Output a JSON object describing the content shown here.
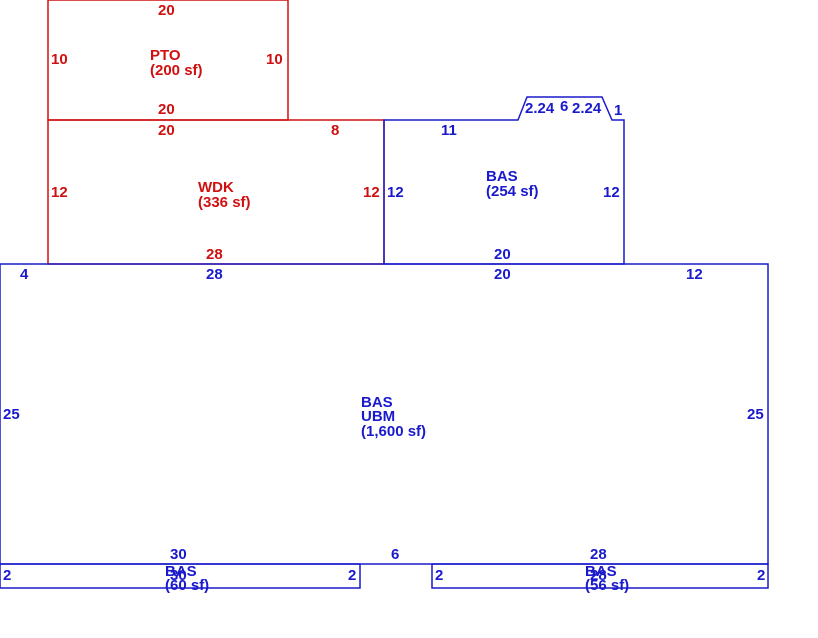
{
  "colors": {
    "red": "#d01010",
    "blue": "#1a1acc",
    "background": "#ffffff"
  },
  "pto": {
    "name": "PTO",
    "area": "(200 sf)",
    "dims": {
      "top": "20",
      "left": "10",
      "right": "10",
      "bottom": "20"
    }
  },
  "wdk": {
    "name": "WDK",
    "area": "(336 sf)",
    "dims": {
      "top": "20",
      "top_right": "8",
      "left": "12",
      "right": "12",
      "bottom": "28"
    }
  },
  "bas_upper": {
    "name": "BAS",
    "area": "(254 sf)",
    "dims": {
      "top": "11",
      "bay_left": "2.24",
      "bay_mid": "6",
      "bay_right": "2.24",
      "bay_side": "1",
      "left": "12",
      "right": "12",
      "bottom": "20"
    }
  },
  "bas_main": {
    "name": "BAS",
    "sub": "UBM",
    "area": "(1,600 sf)",
    "dims": {
      "top_left": "4",
      "top_mid": "28",
      "top_center": "20",
      "top_right": "12",
      "left": "25",
      "right": "25",
      "bottom_left": "30",
      "bottom_mid": "6",
      "bottom_right": "28"
    }
  },
  "bas_left_strip": {
    "name": "BAS",
    "area": "(60 sf)",
    "overlap": "30",
    "dims": {
      "left": "2",
      "right": "2"
    }
  },
  "bas_right_strip": {
    "name": "BAS",
    "area": "(56 sf)",
    "overlap": "28",
    "dims": {
      "left": "2",
      "right": "2"
    }
  }
}
